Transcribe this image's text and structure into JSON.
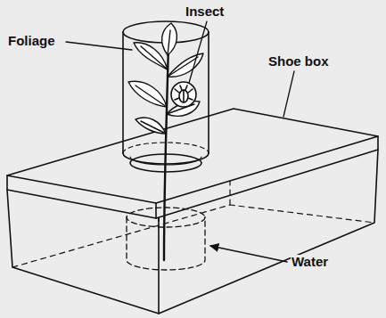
{
  "diagram": {
    "labels": [
      "Insect",
      "Foliage",
      "Shoe box",
      "Water"
    ]
  }
}
